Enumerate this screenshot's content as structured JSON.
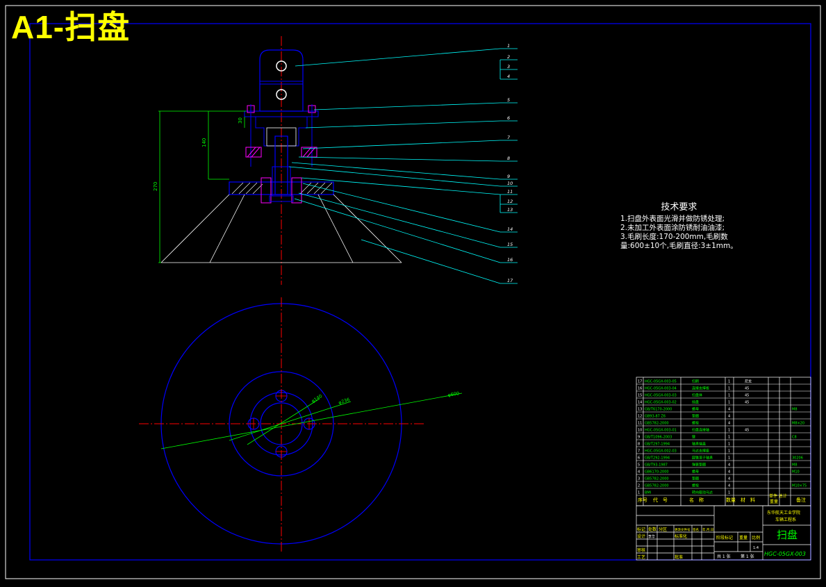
{
  "sheet": {
    "title": "A1-扫盘"
  },
  "technical_requirements": {
    "heading": "技术要求",
    "lines": [
      "1.扫盘外表面光滑并做防锈处理;",
      "2.未加工外表面涂防锈耐油油漆;",
      "3.毛刷长度:170-200mm,毛刷数",
      "量:600±10个,毛刷直径:3±1mm。"
    ]
  },
  "leaders": [
    "1",
    "2",
    "3",
    "4",
    "5",
    "6",
    "7",
    "8",
    "9",
    "10",
    "11",
    "12",
    "13",
    "14",
    "15",
    "16",
    "17"
  ],
  "dimensions": {
    "height_total": "270",
    "height_mid": "140",
    "height_small": "30",
    "dia_140": "φ140",
    "dia_236": "φ236",
    "dia_600": "φ600"
  },
  "parts_list": {
    "rows": [
      {
        "no": "17",
        "code": "HGC-05GX-003-05",
        "name": "扫刷",
        "qty": "1",
        "mat": "尼龙",
        "note": ""
      },
      {
        "no": "16",
        "code": "HGC-05GX-003-04",
        "name": "连接支撑板",
        "qty": "1",
        "mat": "45",
        "note": ""
      },
      {
        "no": "15",
        "code": "HGC-05GX-003-03",
        "name": "扫盘体",
        "qty": "1",
        "mat": "45",
        "note": ""
      },
      {
        "no": "14",
        "code": "HGC-05GX-003-02",
        "name": "挡盘",
        "qty": "1",
        "mat": "45",
        "note": ""
      },
      {
        "no": "13",
        "code": "GB/T6170-2000",
        "name": "螺母",
        "qty": "4",
        "mat": "",
        "note": "M8"
      },
      {
        "no": "12",
        "code": "GB93-87 Z6",
        "name": "垫圈",
        "qty": "4",
        "mat": "",
        "note": ""
      },
      {
        "no": "11",
        "code": "GB5782-2000",
        "name": "螺栓",
        "qty": "4",
        "mat": "",
        "note": "M8×20"
      },
      {
        "no": "10",
        "code": "HGC-05GX-003-01",
        "name": "扫盘连接轴",
        "qty": "1",
        "mat": "45",
        "note": ""
      },
      {
        "no": "9",
        "code": "GB/T1096-2003",
        "name": "键",
        "qty": "1",
        "mat": "",
        "note": "C8"
      },
      {
        "no": "8",
        "code": "GB/T297-1994",
        "name": "轴承端盖",
        "qty": "1",
        "mat": "",
        "note": ""
      },
      {
        "no": "7",
        "code": "HGC-05GX-002-03",
        "name": "马达支撑座",
        "qty": "1",
        "mat": "",
        "note": ""
      },
      {
        "no": "6",
        "code": "GB/T292-1994",
        "name": "圆锥滚子轴承",
        "qty": "1",
        "mat": "",
        "note": "30206"
      },
      {
        "no": "5",
        "code": "GB/T93-1987",
        "name": "弹簧垫圈",
        "qty": "4",
        "mat": "",
        "note": "M8"
      },
      {
        "no": "4",
        "code": "GB6170-2000",
        "name": "螺母",
        "qty": "4",
        "mat": "",
        "note": "M10"
      },
      {
        "no": "3",
        "code": "GB5782-2000",
        "name": "垫圈",
        "qty": "4",
        "mat": "",
        "note": ""
      },
      {
        "no": "2",
        "code": "GB5782-2000",
        "name": "螺栓",
        "qty": "4",
        "mat": "",
        "note": "M10×75"
      },
      {
        "no": "1",
        "code": "BMI",
        "name": "转向驱动马达",
        "qty": "1",
        "mat": "",
        "note": ""
      }
    ],
    "header": {
      "no": "序号",
      "code": "代　号",
      "name": "名　称",
      "qty": "数量",
      "mat": "材　料",
      "unit": "单件 总计",
      "weight": "重量",
      "note": "备注"
    }
  },
  "title_block": {
    "school": "东华航天工业学院",
    "dept": "车辆工程系",
    "drawing_name": "扫盘",
    "drawing_no": "HGC-05GX-003",
    "sheet_total": "共 1 张",
    "sheet_no": "第 1 张",
    "stage": "阶段标记",
    "weight": "重量",
    "scale": "比例",
    "scale_value": "1:4",
    "mark": "标记",
    "count": "处数",
    "zone": "分区",
    "change_doc": "更改文件号",
    "sign": "签名",
    "date": "年.月.日",
    "design": "设计",
    "std": "标准化",
    "review": "审核",
    "craft": "工艺",
    "approve": "批准",
    "designer": "李华"
  }
}
